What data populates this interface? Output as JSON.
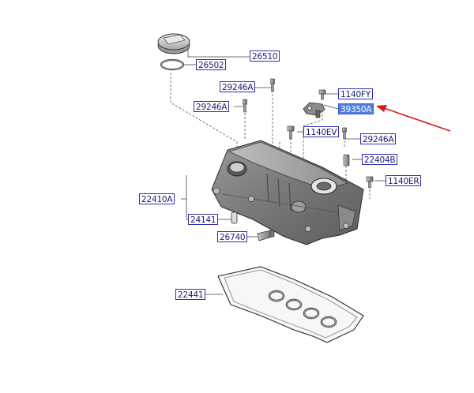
{
  "diagram": {
    "labels": [
      {
        "id": "26510",
        "text": "26510"
      },
      {
        "id": "26502",
        "text": "26502"
      },
      {
        "id": "29246A_top",
        "text": "29246A"
      },
      {
        "id": "1140FY",
        "text": "1140FY"
      },
      {
        "id": "29246A_mid",
        "text": "29246A"
      },
      {
        "id": "39350A",
        "text": "39350A",
        "highlighted": true
      },
      {
        "id": "1140EV",
        "text": "1140EV"
      },
      {
        "id": "29246A_right",
        "text": "29246A"
      },
      {
        "id": "22404B",
        "text": "22404B"
      },
      {
        "id": "1140ER",
        "text": "1140ER"
      },
      {
        "id": "22410A",
        "text": "22410A"
      },
      {
        "id": "24141",
        "text": "24141"
      },
      {
        "id": "26740",
        "text": "26740"
      },
      {
        "id": "22441",
        "text": "22441"
      }
    ],
    "colors": {
      "label_border": "#2f2fb0",
      "label_text": "#1b1b6e",
      "highlight_fill": "#4f7fe6",
      "arrow": "#d61a1a",
      "part_dark": "#6d6d6d",
      "part_light": "#b9b9b9"
    }
  }
}
